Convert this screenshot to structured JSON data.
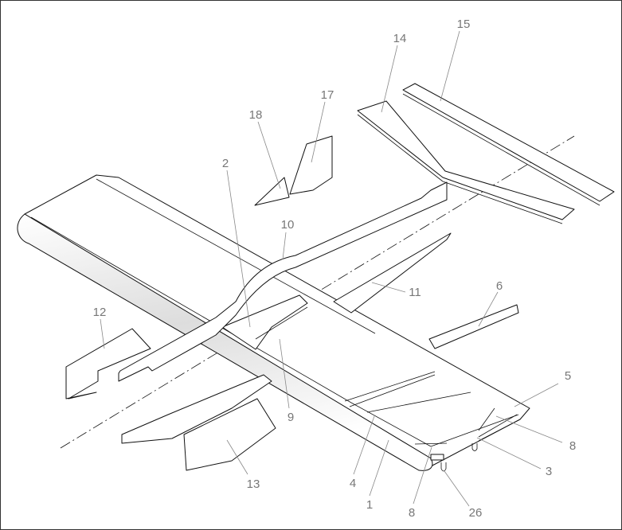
{
  "title": "Exploded assembly drawing",
  "labels": {
    "p15": "15",
    "p14": "14",
    "p18": "18",
    "p17": "17",
    "p2": "2",
    "p10": "10",
    "p12": "12",
    "p11": "11",
    "p6": "6",
    "p5": "5",
    "p8a": "8",
    "p3": "3",
    "p9": "9",
    "p13": "13",
    "p4": "4",
    "p1": "1",
    "p8b": "8",
    "p26": "26"
  }
}
